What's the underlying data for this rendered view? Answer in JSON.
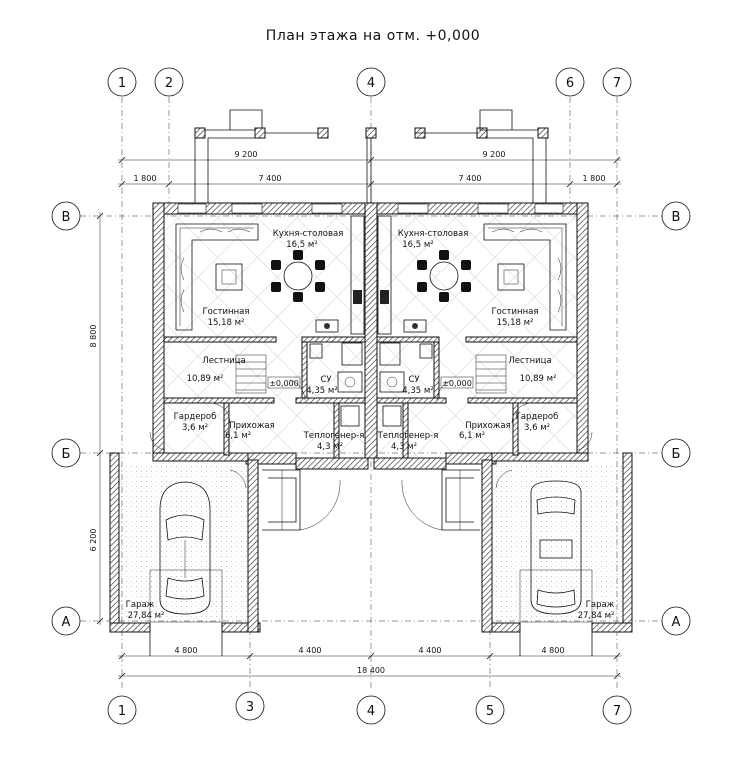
{
  "title": "План этажа на отм. +0,000",
  "axes_top": [
    "1",
    "2",
    "4",
    "6",
    "7"
  ],
  "axes_bottom": [
    "1",
    "3",
    "4",
    "5",
    "7"
  ],
  "axes_side": [
    "В",
    "Б",
    "А"
  ],
  "dims": {
    "top_a": "9 200",
    "top_b": "9 200",
    "top2_a": "1 800",
    "top2_b": "7 400",
    "top2_c": "7 400",
    "top2_d": "1 800",
    "left_a": "8 800",
    "left_b": "6 200",
    "bot_a": "4 800",
    "bot_b": "4 400",
    "bot_c": "4 400",
    "bot_d": "4 800",
    "total": "18 400"
  },
  "rooms": {
    "kitchen_l": "Кухня-столовая",
    "kitchen_l_area": "16,5 м²",
    "kitchen_r": "Кухня-столовая",
    "kitchen_r_area": "16,5 м²",
    "living_l": "Гостинная",
    "living_l_area": "15,18 м²",
    "living_r": "Гостинная",
    "living_r_area": "15,18 м²",
    "stair_l": "Лестница",
    "stair_l_area": "10,89 м²",
    "stair_r": "Лестница",
    "stair_r_area": "10,89 м²",
    "wc_l": "СУ",
    "wc_l_area": "4,35 м²",
    "wc_r": "СУ",
    "wc_r_area": "4,35 м²",
    "ward_l": "Гардероб",
    "ward_l_area": "3,6 м²",
    "ward_r": "Гардероб",
    "ward_r_area": "3,6 м²",
    "hall_l": "Прихожая",
    "hall_l_area": "6,1 м²",
    "hall_r": "Прихожая",
    "hall_r_area": "6,1 м²",
    "heat_l": "Теплогенер-я",
    "heat_l_area": "4,3 м²",
    "heat_r": "Теплогенер-я",
    "heat_r_area": "4,3 м²",
    "garage_l": "Гараж",
    "garage_l_area": "27,84 м²",
    "garage_r": "Гараж",
    "garage_r_area": "27,84 м²"
  },
  "level_marks": [
    "±0,000",
    "±0,000"
  ]
}
